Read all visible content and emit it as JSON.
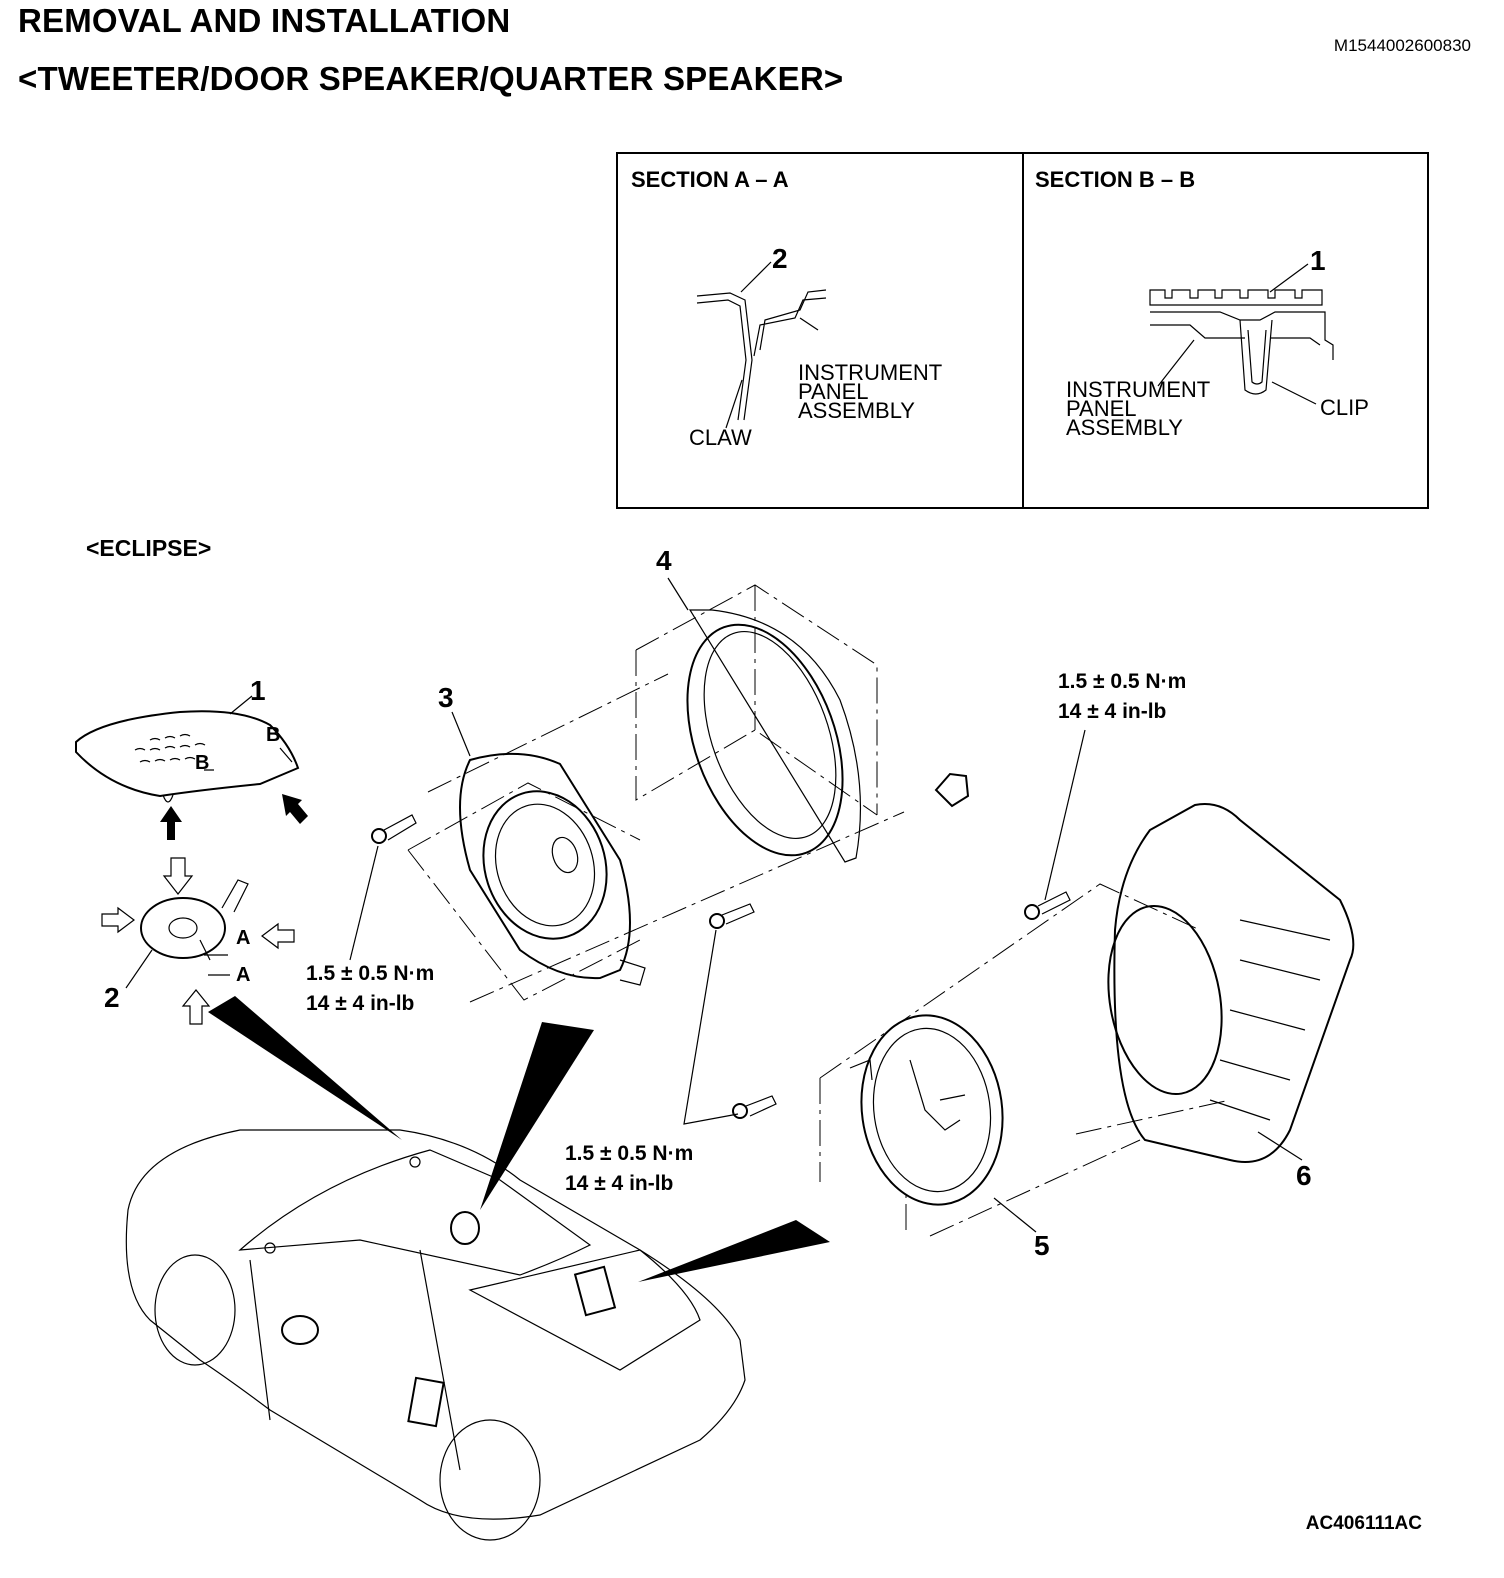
{
  "header": {
    "title_line1": "REMOVAL AND INSTALLATION",
    "title_line2": "<TWEETER/DOOR SPEAKER/QUARTER SPEAKER>",
    "doc_id": "M1544002600830"
  },
  "sections": {
    "a": {
      "title": "SECTION A – A",
      "callout": "2",
      "label_panel_1": "INSTRUMENT",
      "label_panel_2": "PANEL",
      "label_panel_3": "ASSEMBLY",
      "label_claw": "CLAW"
    },
    "b": {
      "title": "SECTION B – B",
      "callout": "1",
      "label_panel_1": "INSTRUMENT",
      "label_panel_2": "PANEL",
      "label_panel_3": "ASSEMBLY",
      "label_clip": "CLIP"
    }
  },
  "model_label": "<ECLIPSE>",
  "callouts": [
    "1",
    "2",
    "3",
    "4",
    "5",
    "6"
  ],
  "section_markers": {
    "a": "A",
    "b": "B"
  },
  "torque": {
    "value_nm": "1.5 ± 0.5 N·m",
    "value_inlb": "14 ± 4 in-lb"
  },
  "figure_id": "AC406111AC",
  "icons": [
    "arrow-icon",
    "screw-icon",
    "clip-icon",
    "speaker-icon",
    "car-icon"
  ]
}
